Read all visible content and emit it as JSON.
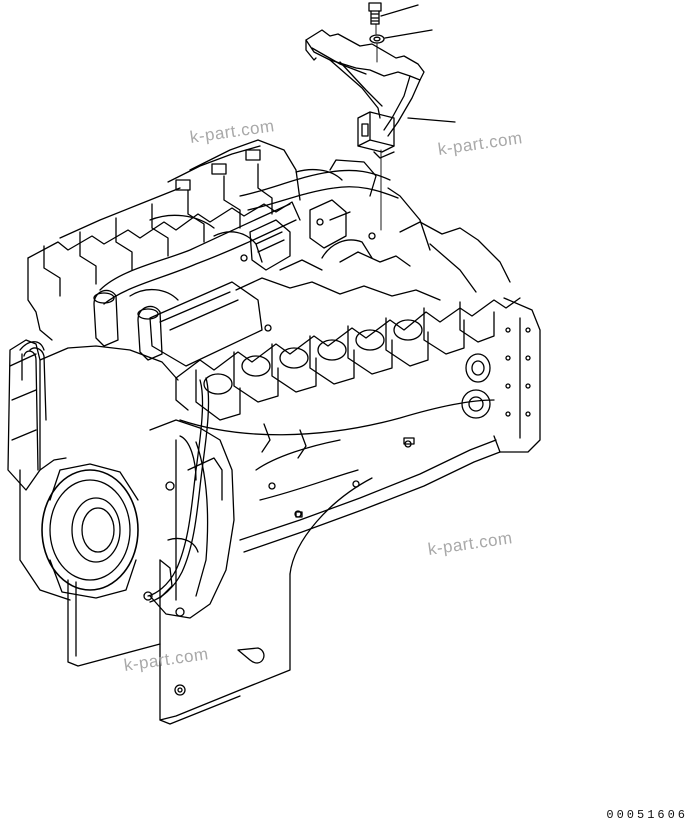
{
  "diagram": {
    "drawing_id": "00051606",
    "watermarks": [
      "k-part.com",
      "k-part.com",
      "k-part.com",
      "k-part.com"
    ]
  },
  "parts": [
    {
      "name": "bolt"
    },
    {
      "name": "washer"
    },
    {
      "name": "bracket"
    }
  ]
}
